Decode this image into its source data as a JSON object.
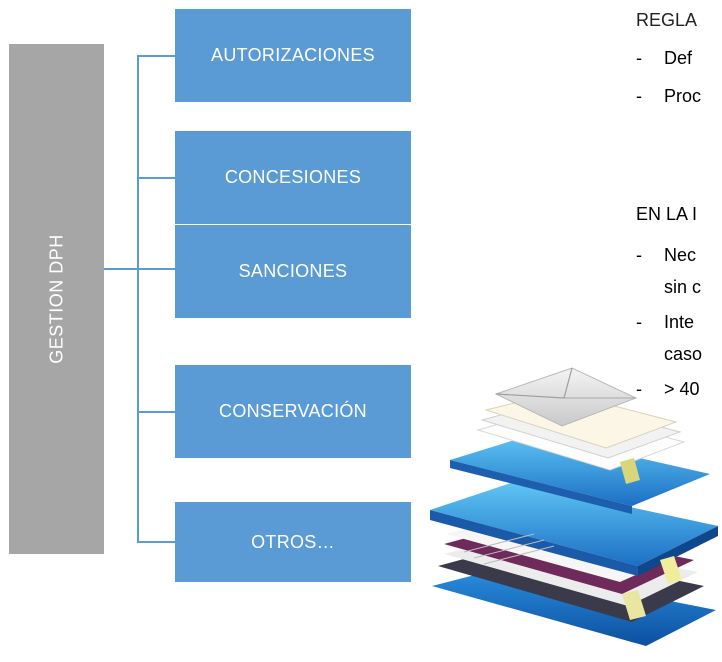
{
  "diagram": {
    "root_label": "GESTION DPH",
    "branches": [
      {
        "label": "AUTORIZACIONES"
      },
      {
        "label": "CONCESIONES"
      },
      {
        "label": "SANCIONES"
      },
      {
        "label": "CONSERVACIÓN"
      },
      {
        "label": "OTROS…"
      }
    ]
  },
  "notes": {
    "block1": {
      "heading": "REGLA",
      "items": [
        "Def",
        "Proc"
      ]
    },
    "block2": {
      "heading": "EN LA I",
      "items": [
        {
          "line1": "Nec",
          "line2": "sin c"
        },
        {
          "line1": "Inte",
          "line2": "caso"
        },
        {
          "line1": "> 40",
          "line2": ""
        }
      ]
    }
  },
  "colors": {
    "box_fill": "#5b9bd5",
    "root_fill": "#a6a6a6",
    "connector": "#5b9bd5"
  },
  "image": {
    "icon": "document-stack-icon"
  }
}
